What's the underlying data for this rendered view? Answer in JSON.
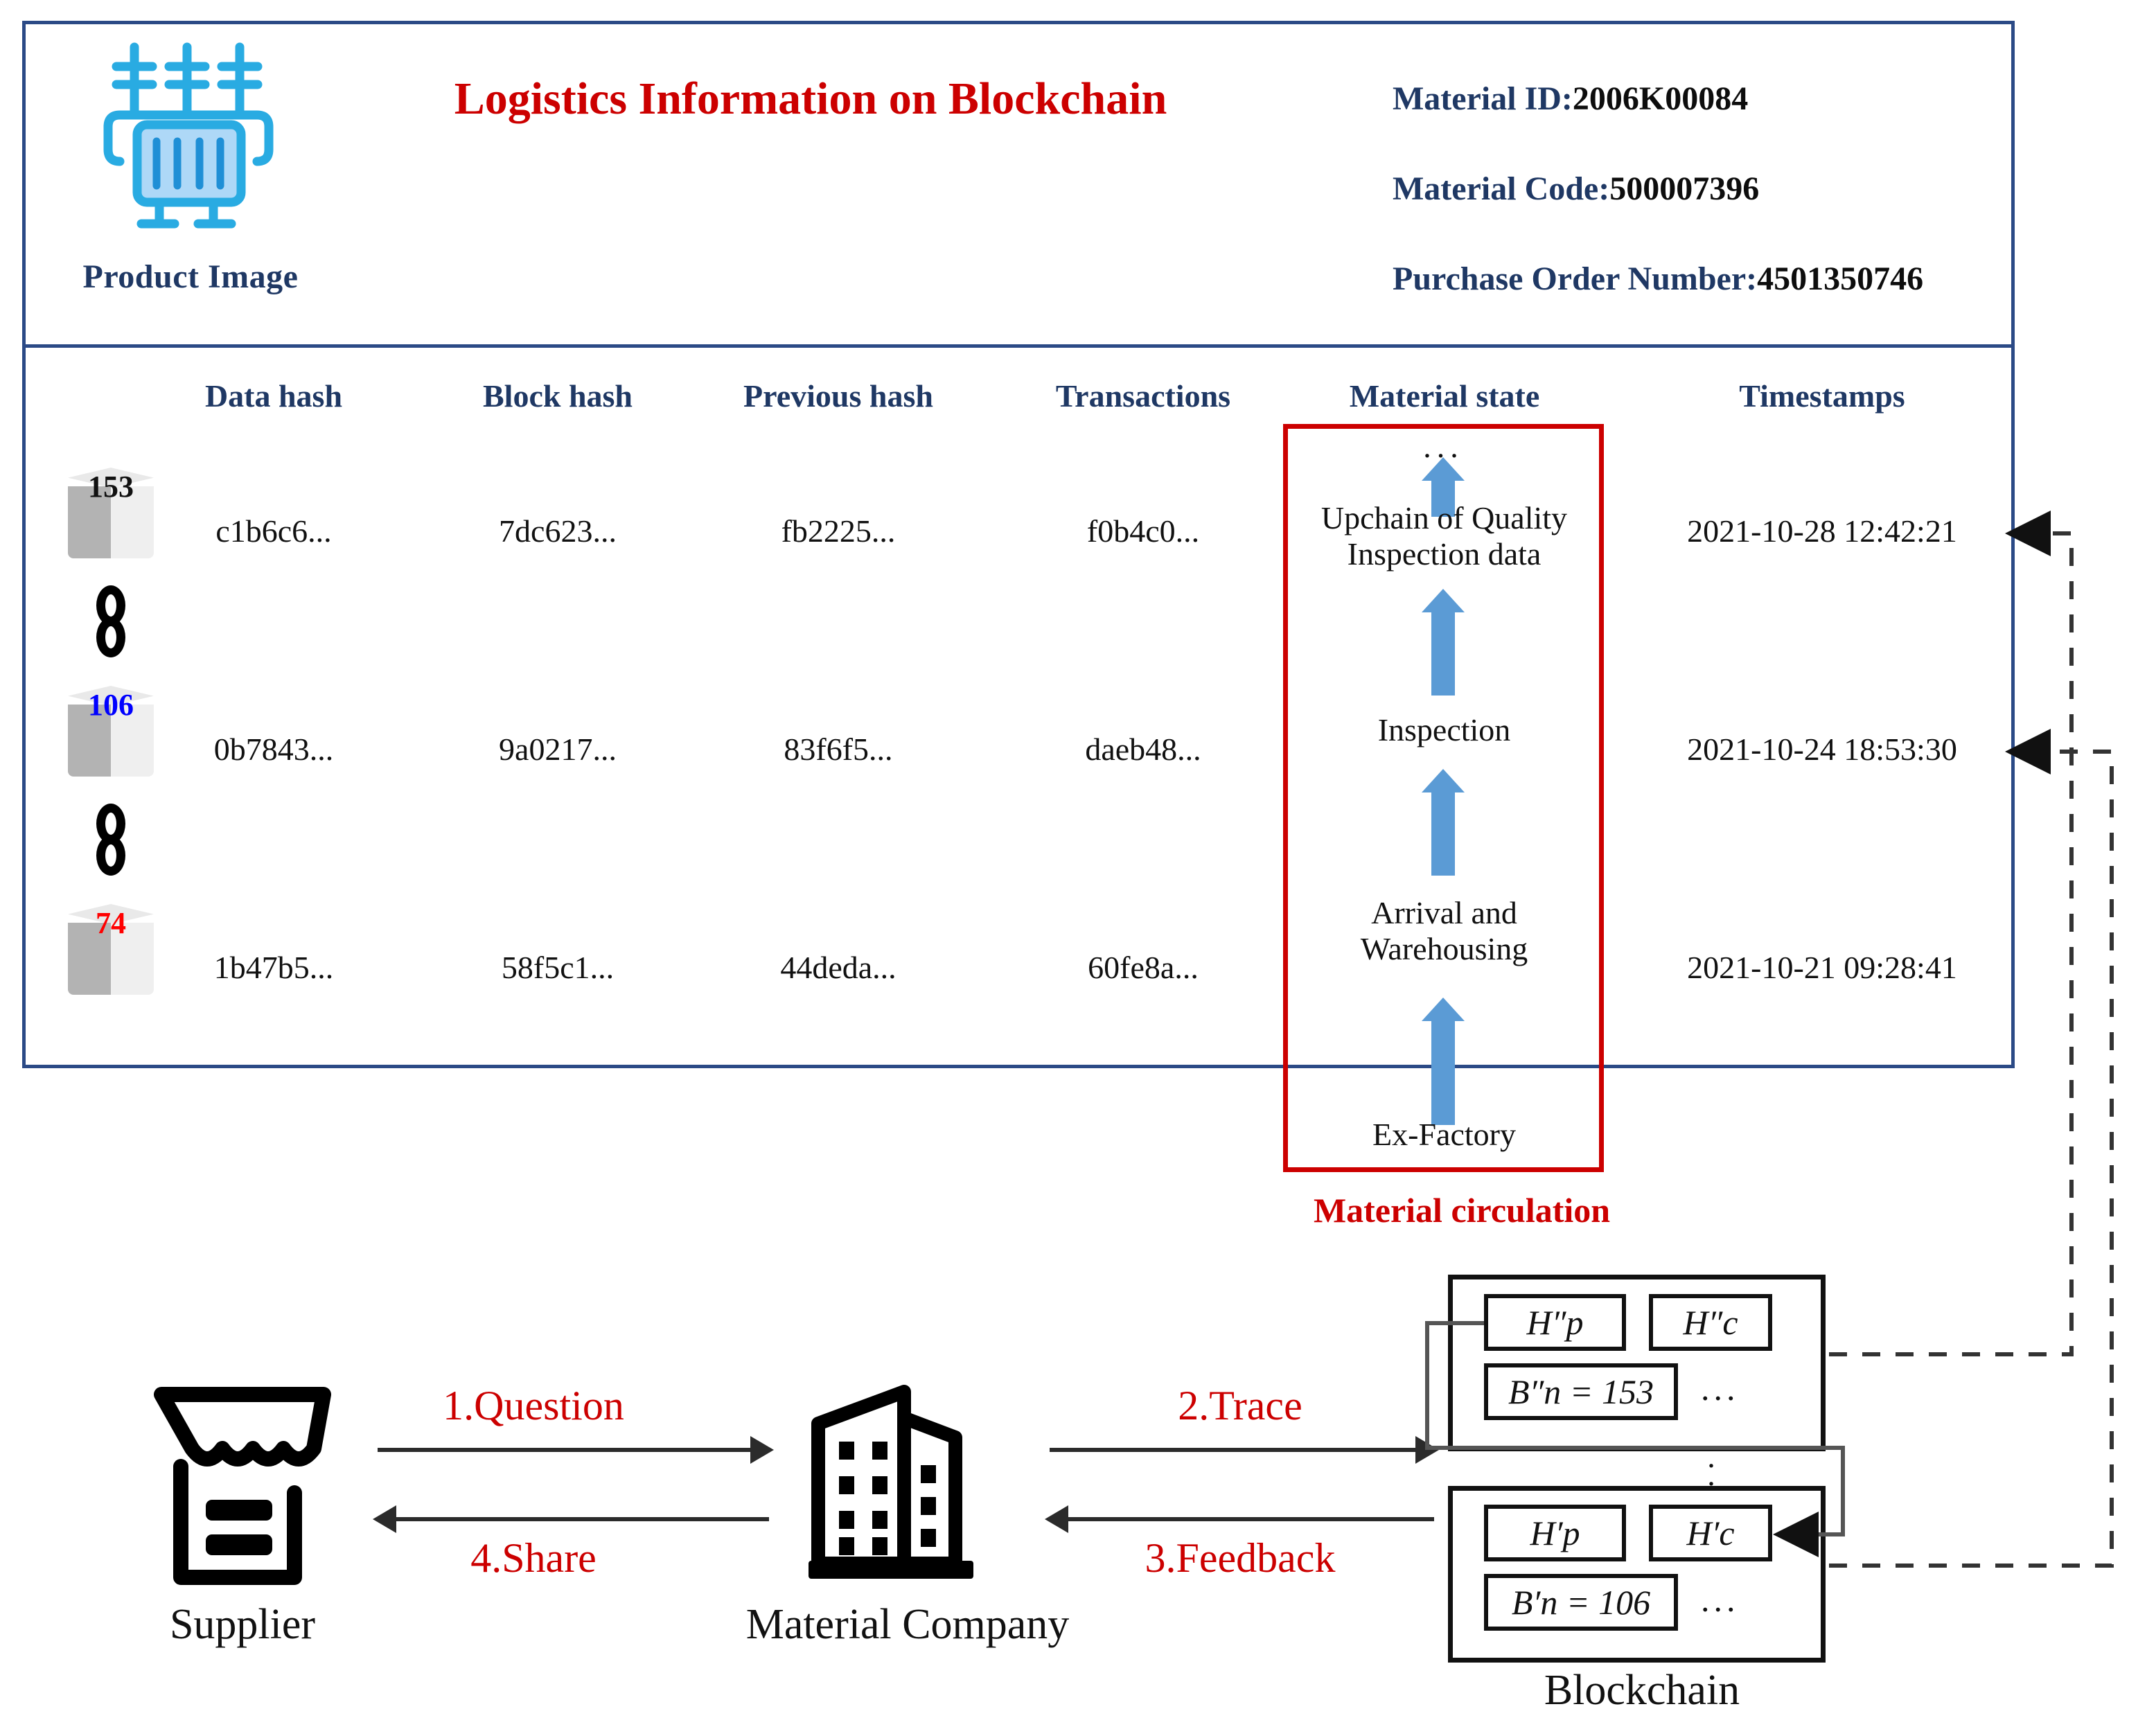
{
  "card": {
    "product_image_label": "Product Image",
    "product_icon_name": "transformer-icon",
    "title": "Logistics Information on Blockchain",
    "meta": [
      {
        "label": "Material ID:",
        "value": "2006K00084"
      },
      {
        "label": "Material Code:",
        "value": "500007396"
      },
      {
        "label": "Purchase Order  Number:",
        "value": "4501350746"
      }
    ]
  },
  "table": {
    "columns": [
      "Data hash",
      "Block hash",
      "Previous hash",
      "Transactions",
      "Material state",
      "Timestamps"
    ],
    "rows": [
      {
        "block": "153",
        "block_color": "#111111",
        "data_hash": "c1b6c6...",
        "block_hash": "7dc623...",
        "previous_hash": "fb2225...",
        "transactions": "f0b4c0...",
        "timestamp": "2021-10-28 12:42:21"
      },
      {
        "block": "106",
        "block_color": "#0000ff",
        "data_hash": "0b7843...",
        "block_hash": "9a0217...",
        "previous_hash": "83f6f5...",
        "transactions": "daeb48...",
        "timestamp": "2021-10-24 18:53:30"
      },
      {
        "block": "74",
        "block_color": "#ff0000",
        "data_hash": "1b47b5...",
        "block_hash": "58f5c1...",
        "previous_hash": "44deda...",
        "transactions": "60fe8a...",
        "timestamp": "2021-10-21 09:28:41"
      }
    ]
  },
  "material_state": {
    "caption": "Material circulation",
    "ellipsis": "...",
    "steps": [
      "Upchain  of  Quality Inspection data",
      "Inspection",
      "Arrival  and Warehousing",
      "Ex-Factory"
    ],
    "arrow_color": "#5b9bd5",
    "box_color": "#cc0000"
  },
  "flow": {
    "supplier_label": "Supplier",
    "company_label": "Material Company",
    "blockchain_label": "Blockchain",
    "steps": [
      {
        "id": "question",
        "text": "1.Question"
      },
      {
        "id": "trace",
        "text": "2.Trace"
      },
      {
        "id": "feedback",
        "text": "3.Feedback"
      },
      {
        "id": "share",
        "text": "4.Share"
      }
    ]
  },
  "blockchain": {
    "vertical_ellipsis": "⋮",
    "blocks": [
      {
        "prev_hash": "H″p",
        "cur_hash": "H″c",
        "height": "B″n = 153",
        "dots": "..."
      },
      {
        "prev_hash": "H′p",
        "cur_hash": "H′c",
        "height": "B′n = 106",
        "dots": "..."
      }
    ]
  },
  "colors": {
    "card_border": "#2b4a86",
    "title_red": "#cc0000",
    "label_blue": "#1f3864",
    "arrow_blue": "#5b9bd5"
  }
}
